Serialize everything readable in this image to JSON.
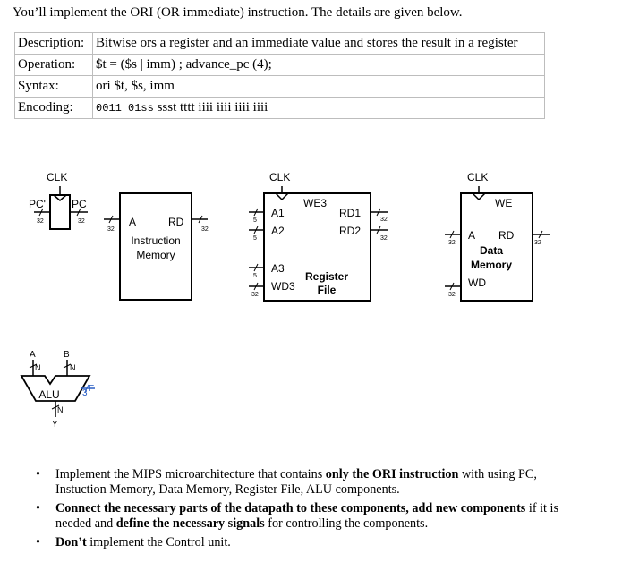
{
  "intro": "You’ll implement the ORI (OR immediate) instruction. The details are given below.",
  "spec": {
    "description_label": "Description:",
    "description_value": "Bitwise ors a register and an immediate value and stores the result in a register",
    "operation_label": "Operation:",
    "operation_value": "$t = ($s | imm) ; advance_pc (4);",
    "syntax_label": "Syntax:",
    "syntax_value": "ori $t, $s, imm",
    "encoding_label": "Encoding:",
    "encoding_bits_1": "0011 01ss",
    "encoding_bits_2": "ssst tttt iiii iiii iiii iiii"
  },
  "diagram": {
    "pc": {
      "clk": "CLK",
      "in_label": "PC'",
      "out_label": "PC",
      "in_width": "32",
      "out_width": "32"
    },
    "imem": {
      "port_a": "A",
      "port_rd": "RD",
      "name_line1": "Instruction",
      "name_line2": "Memory",
      "in_width": "32",
      "out_width": "32"
    },
    "regfile": {
      "clk": "CLK",
      "we3": "WE3",
      "a1": "A1",
      "a2": "A2",
      "a3": "A3",
      "wd3": "WD3",
      "rd1": "RD1",
      "rd2": "RD2",
      "name_line1": "Register",
      "name_line2": "File",
      "a1_width": "5",
      "a2_width": "5",
      "a3_width": "5",
      "wd3_width": "32",
      "rd1_width": "32",
      "rd2_width": "32"
    },
    "dmem": {
      "clk": "CLK",
      "we": "WE",
      "port_a": "A",
      "port_rd": "RD",
      "port_wd": "WD",
      "name_line1": "Data",
      "name_line2": "Memory",
      "a_width": "32",
      "wd_width": "32",
      "rd_width": "32"
    },
    "alu": {
      "label": "ALU",
      "in_a": "A",
      "in_b": "B",
      "out_y": "Y",
      "ctrl_f": "F",
      "a_width": "N",
      "b_width": "N",
      "y_width": "N",
      "f_width": "3"
    }
  },
  "tasks": [
    {
      "pre": "Implement the MIPS microarchitecture that contains ",
      "bold": "only the ORI instruction",
      "post": " with using PC, Instuction Memory, Data Memory, Register File, ALU components."
    },
    {
      "bold1": "Connect the necessary parts of the datapath to these components, add new components",
      "mid": " if it is needed and ",
      "bold2": "define the necessary signals",
      "post": " for controlling the components."
    },
    {
      "bold": "Don’t",
      "post": " implement the Control unit."
    }
  ],
  "bullet": "•"
}
